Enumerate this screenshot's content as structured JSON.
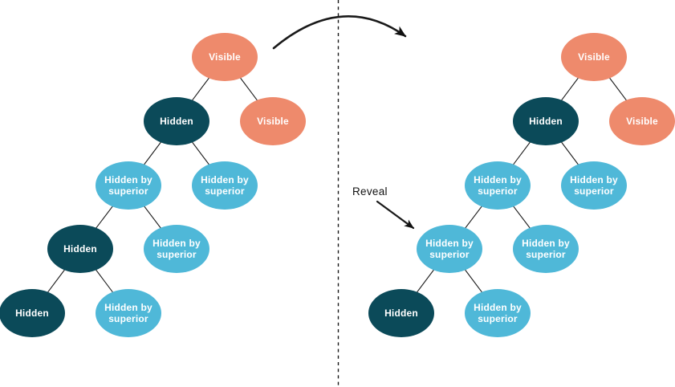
{
  "diagram": {
    "description": "Two tree-state diagrams separated by a dashed divider; a Reveal operation turns an explicitly Hidden node into a Hidden by superior node",
    "annotations": {
      "reveal_label": "Reveal"
    },
    "colors": {
      "visible": "#EE8A6C",
      "hidden": "#0B4A59",
      "hidden_by_superior": "#4FB8D8",
      "node_text": "#FFFFFF",
      "annotation_text": "#111111",
      "line": "#1A1A1A"
    },
    "left_tree": {
      "nodes": [
        {
          "label": "Visible",
          "state": "visible"
        },
        {
          "label": "Hidden",
          "state": "hidden"
        },
        {
          "label": "Visible",
          "state": "visible"
        },
        {
          "label": "Hidden by superior",
          "state": "hidden_by_superior"
        },
        {
          "label": "Hidden by superior",
          "state": "hidden_by_superior"
        },
        {
          "label": "Hidden",
          "state": "hidden"
        },
        {
          "label": "Hidden by superior",
          "state": "hidden_by_superior"
        },
        {
          "label": "Hidden",
          "state": "hidden"
        },
        {
          "label": "Hidden by superior",
          "state": "hidden_by_superior"
        }
      ]
    },
    "right_tree": {
      "nodes": [
        {
          "label": "Visible",
          "state": "visible"
        },
        {
          "label": "Hidden",
          "state": "hidden"
        },
        {
          "label": "Visible",
          "state": "visible"
        },
        {
          "label": "Hidden by superior",
          "state": "hidden_by_superior"
        },
        {
          "label": "Hidden by superior",
          "state": "hidden_by_superior"
        },
        {
          "label": "Hidden by superior",
          "state": "hidden_by_superior"
        },
        {
          "label": "Hidden by superior",
          "state": "hidden_by_superior"
        },
        {
          "label": "Hidden",
          "state": "hidden"
        },
        {
          "label": "Hidden by superior",
          "state": "hidden_by_superior"
        }
      ]
    }
  }
}
